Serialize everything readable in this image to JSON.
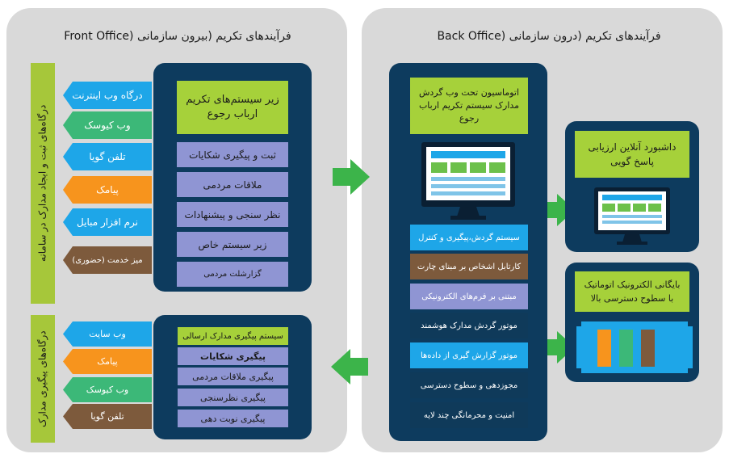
{
  "front_office": {
    "title": "فرآیندهای تکریم (بیرون سازمانی (Front Office",
    "reg_strip": "درگاه‌های ثبت و ایجاد مدارک در سامانه",
    "reg_tabs": [
      {
        "label": "درگاه وب اینترنت",
        "color": "#1ea6e8"
      },
      {
        "label": "وب کیوسک",
        "color": "#3cb878"
      },
      {
        "label": "تلفن گویا",
        "color": "#1ea6e8"
      },
      {
        "label": "پیامک",
        "color": "#f7941d"
      },
      {
        "label": "نرم افزار مبایل",
        "color": "#1ea6e8"
      },
      {
        "label": "میز خدمت (حضوری)",
        "color": "#7d5a3c"
      }
    ],
    "subsystems": {
      "header": "زیر سیستم‌های تکریم ارباب رجوع",
      "items": [
        "ثبت و پیگیری شکایات",
        "ملاقات مردمی",
        "نظر سنجی و پیشنهادات",
        "زیر سیستم خاص",
        "گزارشلت مردمی"
      ]
    },
    "track_strip": "درگاه‌های پیگیری مدارک",
    "track_tabs": [
      {
        "label": "وب سایت",
        "color": "#1ea6e8"
      },
      {
        "label": "پیامک",
        "color": "#f7941d"
      },
      {
        "label": "وب کیوسک",
        "color": "#3cb878"
      },
      {
        "label": "تلفن گویا",
        "color": "#7d5a3c"
      }
    ],
    "tracking": {
      "header": "سیستم پیگیری مدارک ارسالی",
      "items": [
        "پیگیری شکایات",
        "پیگیری ملاقات مردمی",
        "پیگیری نظرسنجی",
        "پیگیری نوبت دهی"
      ]
    }
  },
  "back_office": {
    "title": "فرآیندهای تکریم (درون سازمانی (Back Office",
    "automation": {
      "header": "اتوماسیون تحت وب گردش مدارک سیستم تکریم ارباب رجوع",
      "items": [
        {
          "label": "سیستم گردش،پیگیری و کنترل",
          "color": "#1ea6e8"
        },
        {
          "label": "کارتابل اشخاص بر مبنای چارت",
          "color": "#7d5a3c"
        },
        {
          "label": "مبتنی بر فرم‌های الکترونیکی",
          "color": "#8f95d3"
        },
        {
          "label": "موتور گردش مدارک هوشمند",
          "color": "#0f3a5a"
        },
        {
          "label": "موتور گزارش گیری از داده‌ها",
          "color": "#1ea6e8"
        },
        {
          "label": "مجوزدهی و سطوح دسترسی",
          "color": "#0f3a5a"
        },
        {
          "label": "امنیت و محرمانگی چند لایه",
          "color": "#0f3a5a"
        }
      ]
    },
    "dashboard": {
      "header": "داشبورد آنلاین ارزیابی پاسخ گویی"
    },
    "archive": {
      "header": "بایگانی الکترونیک اتوماتیک با سطوح دسترسی بالا",
      "bars": [
        "#f7941d",
        "#3cb878",
        "#7d5a3c",
        "#1ea6e8"
      ]
    }
  }
}
